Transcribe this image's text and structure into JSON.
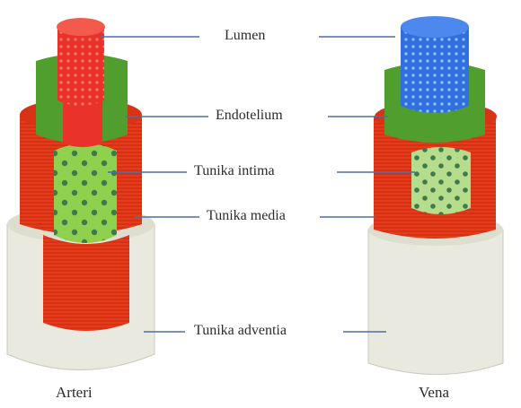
{
  "labels": {
    "lumen": "Lumen",
    "endotelium": "Endotelium",
    "tunika_intima": "Tunika intima",
    "tunika_media": "Tunika media",
    "tunika_adventia": "Tunika adventia"
  },
  "captions": {
    "arteri": "Arteri",
    "vena": "Vena"
  },
  "colors": {
    "adventitia": "#e9e9df",
    "media": "#e63b1a",
    "intima": "#8fd14f",
    "intima_dots": "#3f7a4c",
    "endothelium": "#4f9e2e",
    "artery_lumen": "#e8322a",
    "vein_lumen": "#2f6fe0",
    "leader_line": "#4d6ea8"
  }
}
